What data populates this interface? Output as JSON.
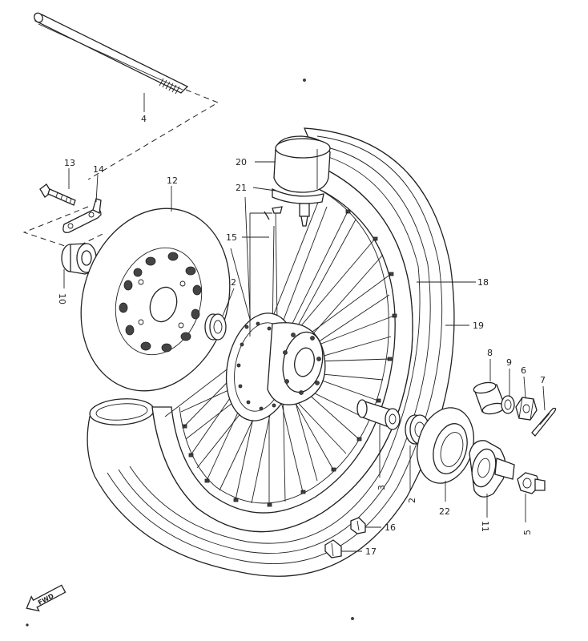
{
  "labels": {
    "p4": "4",
    "p13": "13",
    "p14": "14",
    "p12": "12",
    "p20": "20",
    "p21": "21",
    "p15": "15",
    "p2a": "2",
    "p10": "10",
    "p18": "18",
    "p19": "19",
    "p8": "8",
    "p9": "9",
    "p6": "6",
    "p7": "7",
    "p3": "3",
    "p2b": "2",
    "p22": "22",
    "p11": "11",
    "p5": "5",
    "p16": "16",
    "p17": "17"
  },
  "direction": "FWD"
}
